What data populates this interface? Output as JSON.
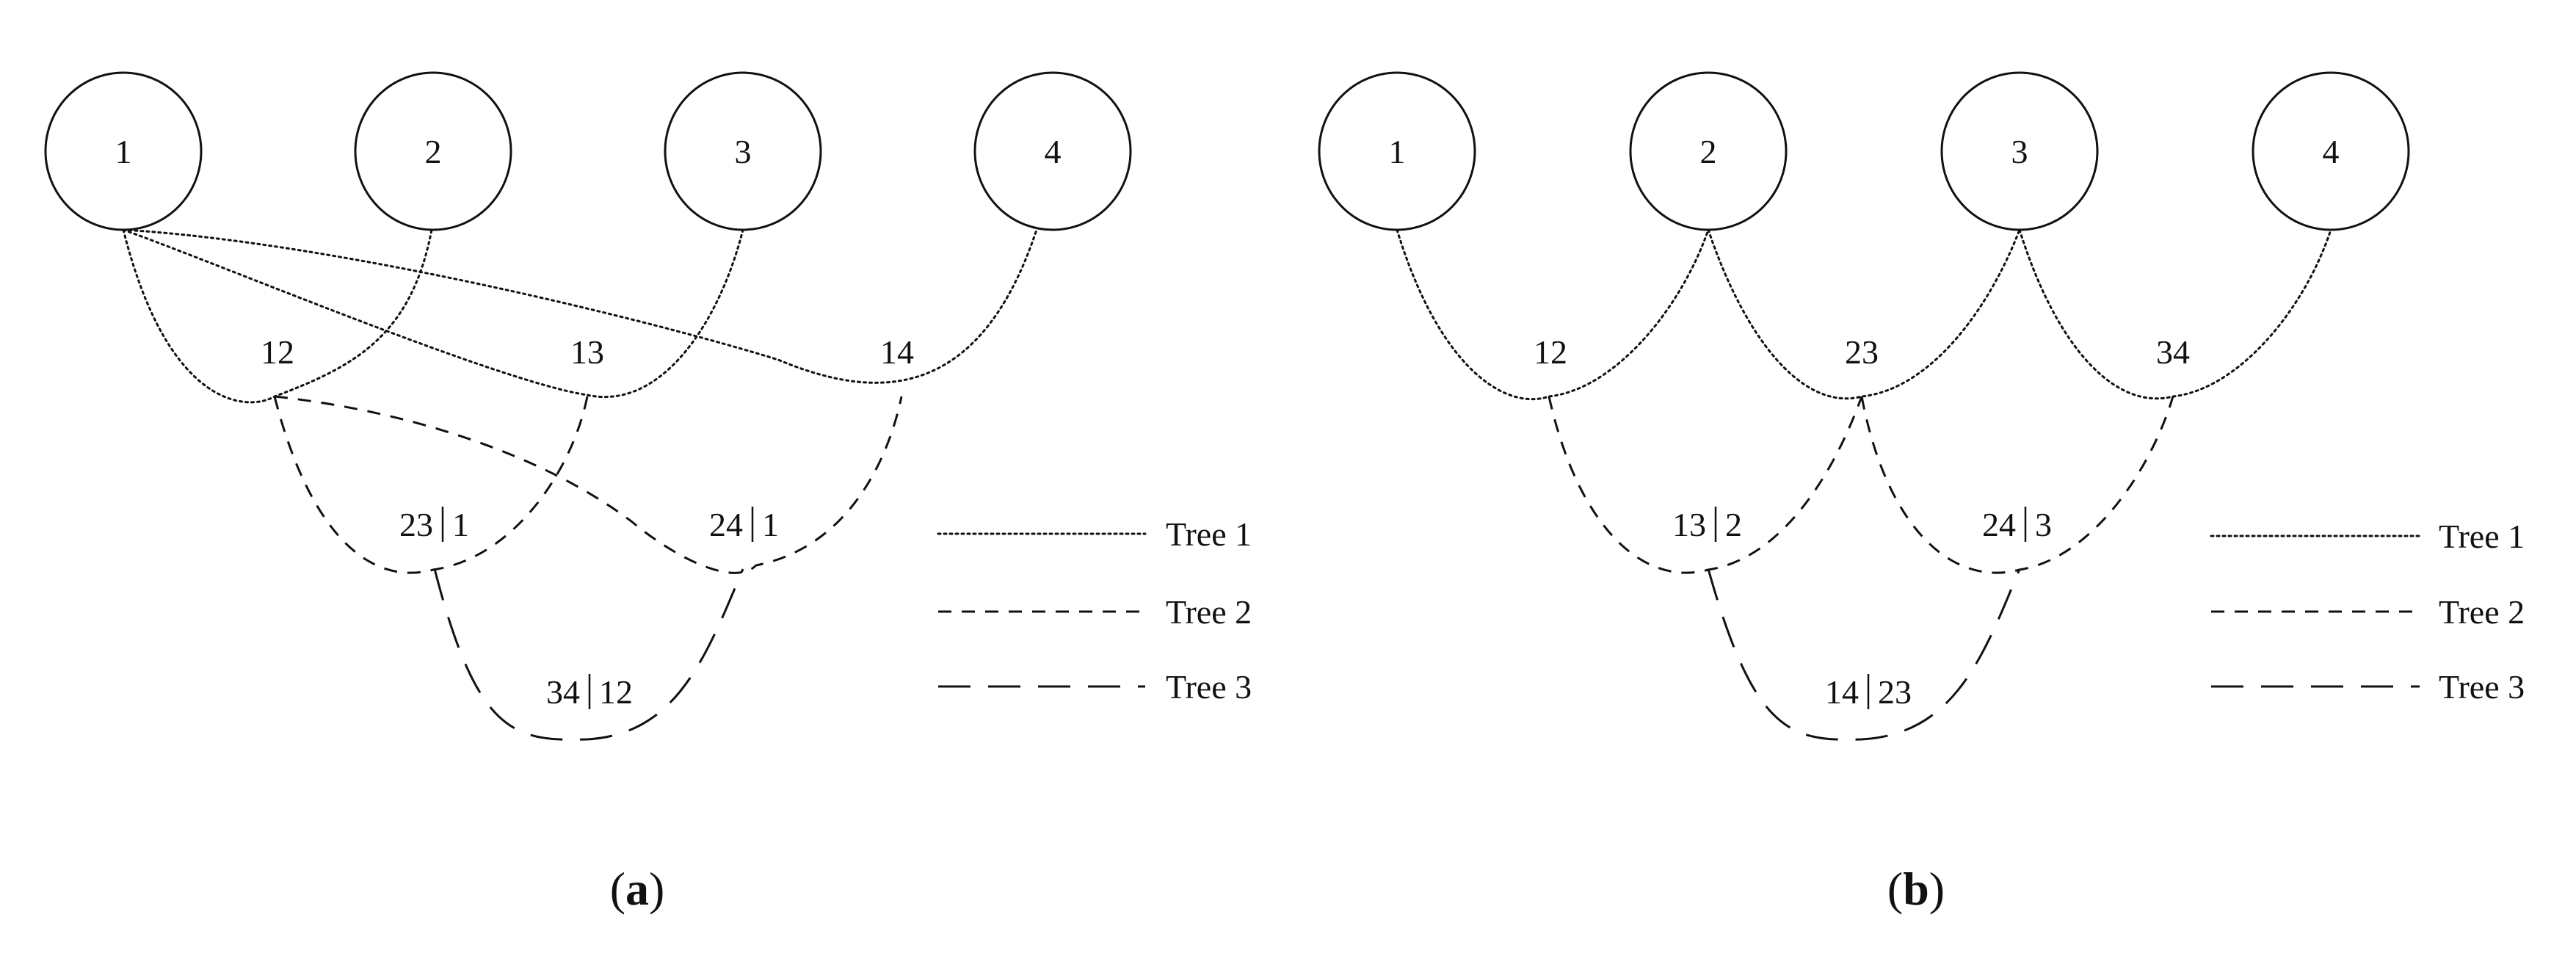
{
  "panels": [
    {
      "id": "a",
      "caption_open": "(",
      "caption_letter": "a",
      "caption_close": ")",
      "nodes": [
        "1",
        "2",
        "3",
        "4"
      ],
      "tree1_edges": [
        {
          "left": "12",
          "right": ""
        },
        {
          "left": "13",
          "right": ""
        },
        {
          "left": "14",
          "right": ""
        }
      ],
      "tree2_edges": [
        {
          "left": "23",
          "right": "1"
        },
        {
          "left": "24",
          "right": "1"
        }
      ],
      "tree3_edges": [
        {
          "left": "34",
          "right": "12"
        }
      ],
      "legend": [
        "Tree 1",
        "Tree 2",
        "Tree 3"
      ]
    },
    {
      "id": "b",
      "caption_open": "(",
      "caption_letter": "b",
      "caption_close": ")",
      "nodes": [
        "1",
        "2",
        "3",
        "4"
      ],
      "tree1_edges": [
        {
          "left": "12",
          "right": ""
        },
        {
          "left": "23",
          "right": ""
        },
        {
          "left": "34",
          "right": ""
        }
      ],
      "tree2_edges": [
        {
          "left": "13",
          "right": "2"
        },
        {
          "left": "24",
          "right": "3"
        }
      ],
      "tree3_edges": [
        {
          "left": "14",
          "right": "23"
        }
      ],
      "legend": [
        "Tree 1",
        "Tree 2",
        "Tree 3"
      ]
    }
  ]
}
